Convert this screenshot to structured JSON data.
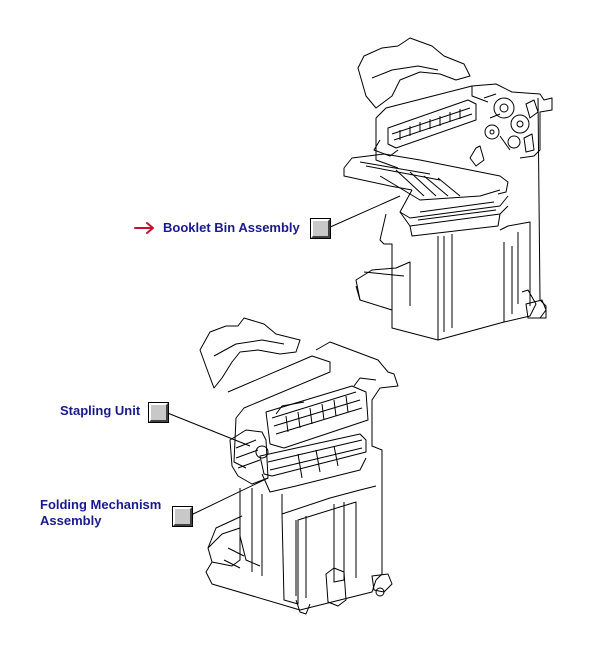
{
  "callouts": {
    "booklet_bin": {
      "label": "Booklet Bin Assembly",
      "selected": true,
      "marker_icon": "right-arrow-icon",
      "marker_color": "#c8102e"
    },
    "stapling_unit": {
      "label": "Stapling Unit",
      "selected": false
    },
    "folding_mechanism": {
      "line1": "Folding Mechanism",
      "line2": "Assembly",
      "selected": false
    }
  },
  "colors": {
    "label_text": "#1a1a8c",
    "line_art": "#000000",
    "button_face": "#c8c8c8"
  }
}
